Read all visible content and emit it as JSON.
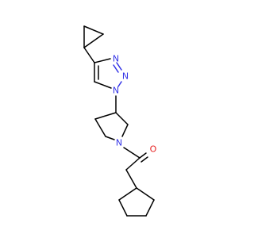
{
  "molecule": {
    "atoms": {
      "n_triazole_2": "N",
      "n_triazole_3": "N",
      "n_triazole_1": "N",
      "n_pyrrolidine": "N",
      "o_carbonyl": "O"
    }
  },
  "colors": {
    "bond": "#000000",
    "nitrogen": "#3232e6",
    "oxygen": "#e61e1e"
  }
}
